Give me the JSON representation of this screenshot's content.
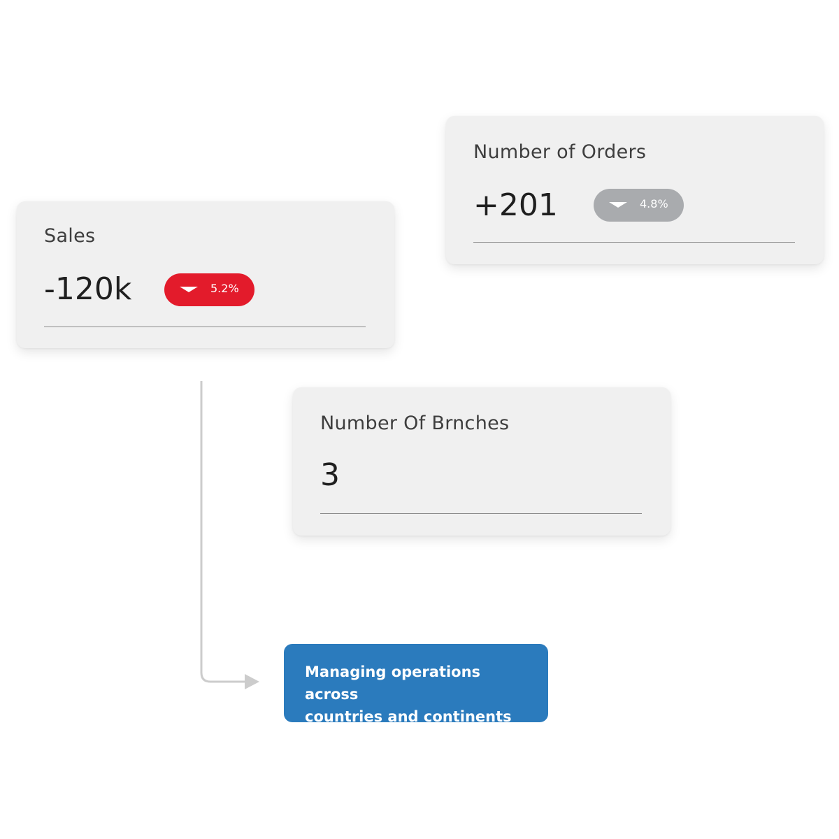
{
  "colors": {
    "badge_negative": "#e31b2b",
    "badge_neutral": "#a9abae",
    "callout_bg": "#2b7bbd",
    "connector": "#cccccc"
  },
  "orders_card": {
    "title": "Number of Orders",
    "value": "+201",
    "badge": {
      "percent": "4.8%",
      "direction": "down",
      "icon": "caret-down-icon"
    }
  },
  "sales_card": {
    "title": "Sales",
    "value": "-120k",
    "badge": {
      "percent": "5.2%",
      "direction": "down",
      "icon": "caret-down-icon"
    }
  },
  "branches_card": {
    "title": "Number Of Brnches",
    "value": "3"
  },
  "callout": {
    "line1": "Managing operations across",
    "line2": "countries and continents"
  }
}
